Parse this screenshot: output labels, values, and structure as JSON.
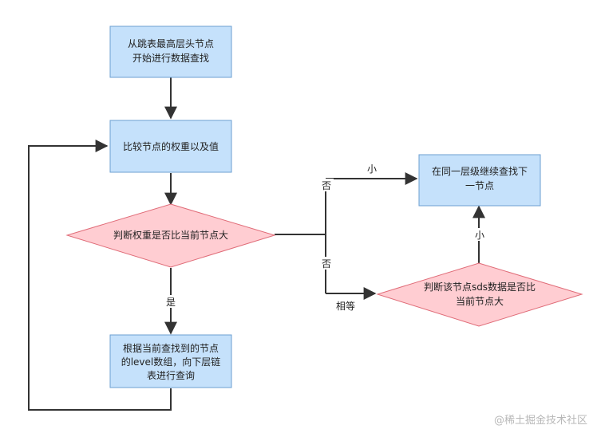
{
  "nodes": {
    "start": [
      "从跳表最高层头节点",
      "开始进行数据查找"
    ],
    "compare": [
      "比较节点的权重以及值"
    ],
    "weight_check": [
      "判断权重是否比当前节点大"
    ],
    "same_level": [
      "在同一层级继续查找下",
      "一节点"
    ],
    "sds_check": [
      "判断该节点sds数据是否比",
      "当前节点大"
    ],
    "descend": [
      "根据当前查找到的节点",
      "的level数组，向下层链",
      "表进行查询"
    ]
  },
  "edges": {
    "no_top": "否",
    "small_top": "小",
    "no_bottom": "否",
    "equal": "相等",
    "yes": "是",
    "small_right": "小"
  },
  "watermark": "@稀土掘金技术社区",
  "colors": {
    "box_fill": "#c5e1fb",
    "box_stroke": "#6c9fd1",
    "diamond_fill": "#ffcdd2",
    "diamond_stroke": "#e06c78",
    "line": "#333333"
  }
}
